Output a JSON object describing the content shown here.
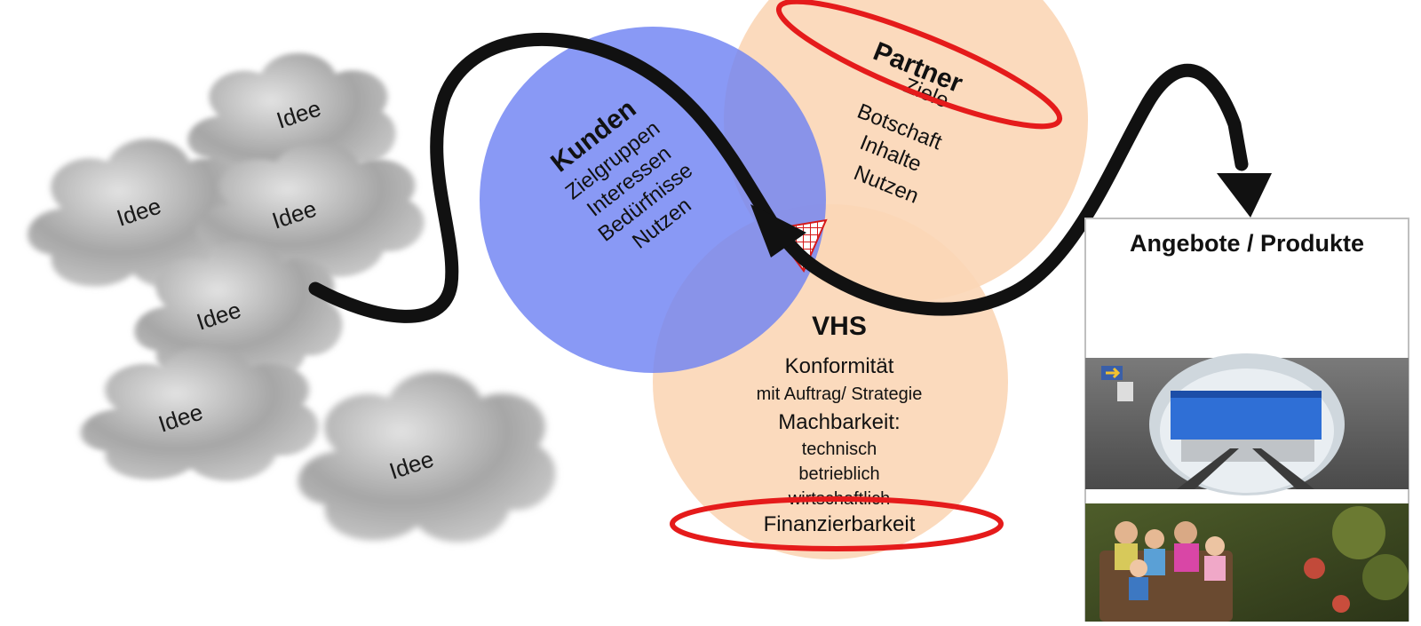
{
  "ideas": [
    "Idee",
    "Idee",
    "Idee",
    "Idee",
    "Idee",
    "Idee"
  ],
  "kunden": {
    "title": "Kunden",
    "items": [
      "Zielgruppen",
      "Interessen",
      "Bedürfnisse",
      "Nutzen"
    ]
  },
  "partner": {
    "title": "Partner",
    "items": [
      "Ziele",
      "Botschaft",
      "Inhalte",
      "Nutzen"
    ]
  },
  "vhs": {
    "title": "VHS",
    "line1": "Konformität",
    "line2": "mit Auftrag/ Strategie",
    "line3": "Machbarkeit:",
    "sub1": "technisch",
    "sub2": "betrieblich",
    "sub3": "wirtschaftlich",
    "finance": "Finanzierbarkeit"
  },
  "products": {
    "title": "Angebote / Produkte"
  },
  "colors": {
    "kunden_circle": "#7f8ff5",
    "partner_circle": "#fbd6b6",
    "vhs_circle": "#fbd6b6",
    "highlight_ellipse": "#e51b1b",
    "arrow": "#111111",
    "cloud": "#9a9a9a"
  }
}
